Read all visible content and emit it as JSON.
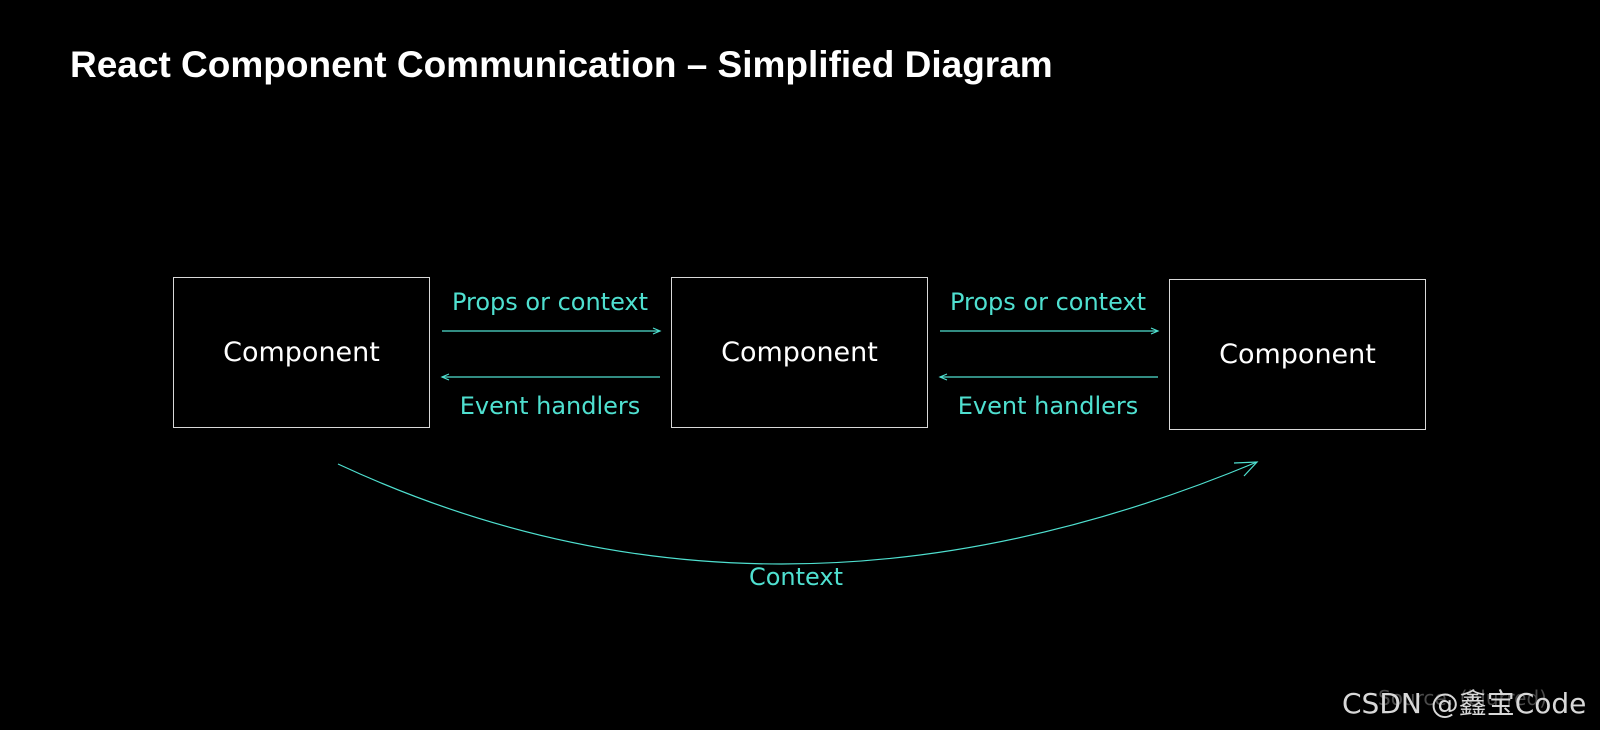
{
  "title": "React Component Communication – Simplified Diagram",
  "colors": {
    "background": "#000000",
    "accent": "#4fe0d0",
    "box_border": "#d9d9d9",
    "text": "#ffffff"
  },
  "components": [
    {
      "label": "Component"
    },
    {
      "label": "Component"
    },
    {
      "label": "Component"
    }
  ],
  "links": [
    {
      "top_label": "Props or context",
      "bottom_label": "Event handlers"
    },
    {
      "top_label": "Props or context",
      "bottom_label": "Event handlers"
    }
  ],
  "context_arc": {
    "label": "Context"
  },
  "footer": {
    "watermark": "CSDN @鑫宝Code",
    "source": "Source: (blurred)"
  }
}
